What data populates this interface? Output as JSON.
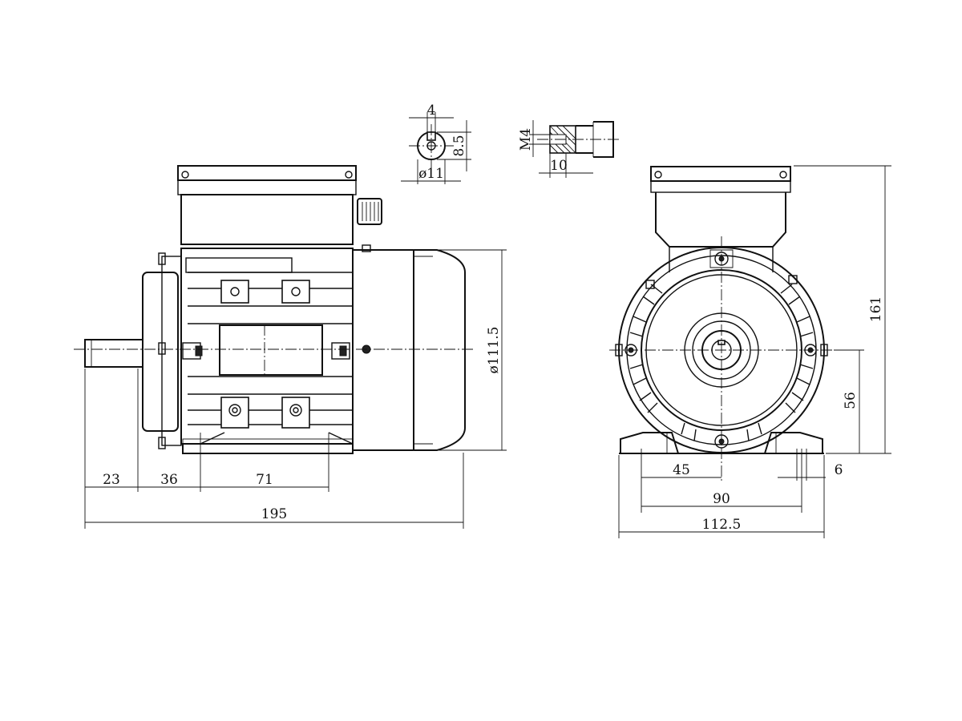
{
  "shaft_key_detail": {
    "key_width": "4",
    "key_depth": "8.5",
    "shaft_diameter": "ø11"
  },
  "shaft_thread_detail": {
    "thread": "M4",
    "thread_depth": "10"
  },
  "side_view": {
    "shaft_length": "23",
    "shaft_shoulder_to_foot_hole": "36",
    "foot_hole_spacing": "71",
    "overall_length": "195",
    "frame_diameter": "ø111.5"
  },
  "front_view": {
    "overall_height": "161",
    "shaft_center_height": "56",
    "half_foot_spacing": "45",
    "foot_hole_spacing": "90",
    "foot_hole_diameter": "6",
    "foot_width": "112.5"
  }
}
